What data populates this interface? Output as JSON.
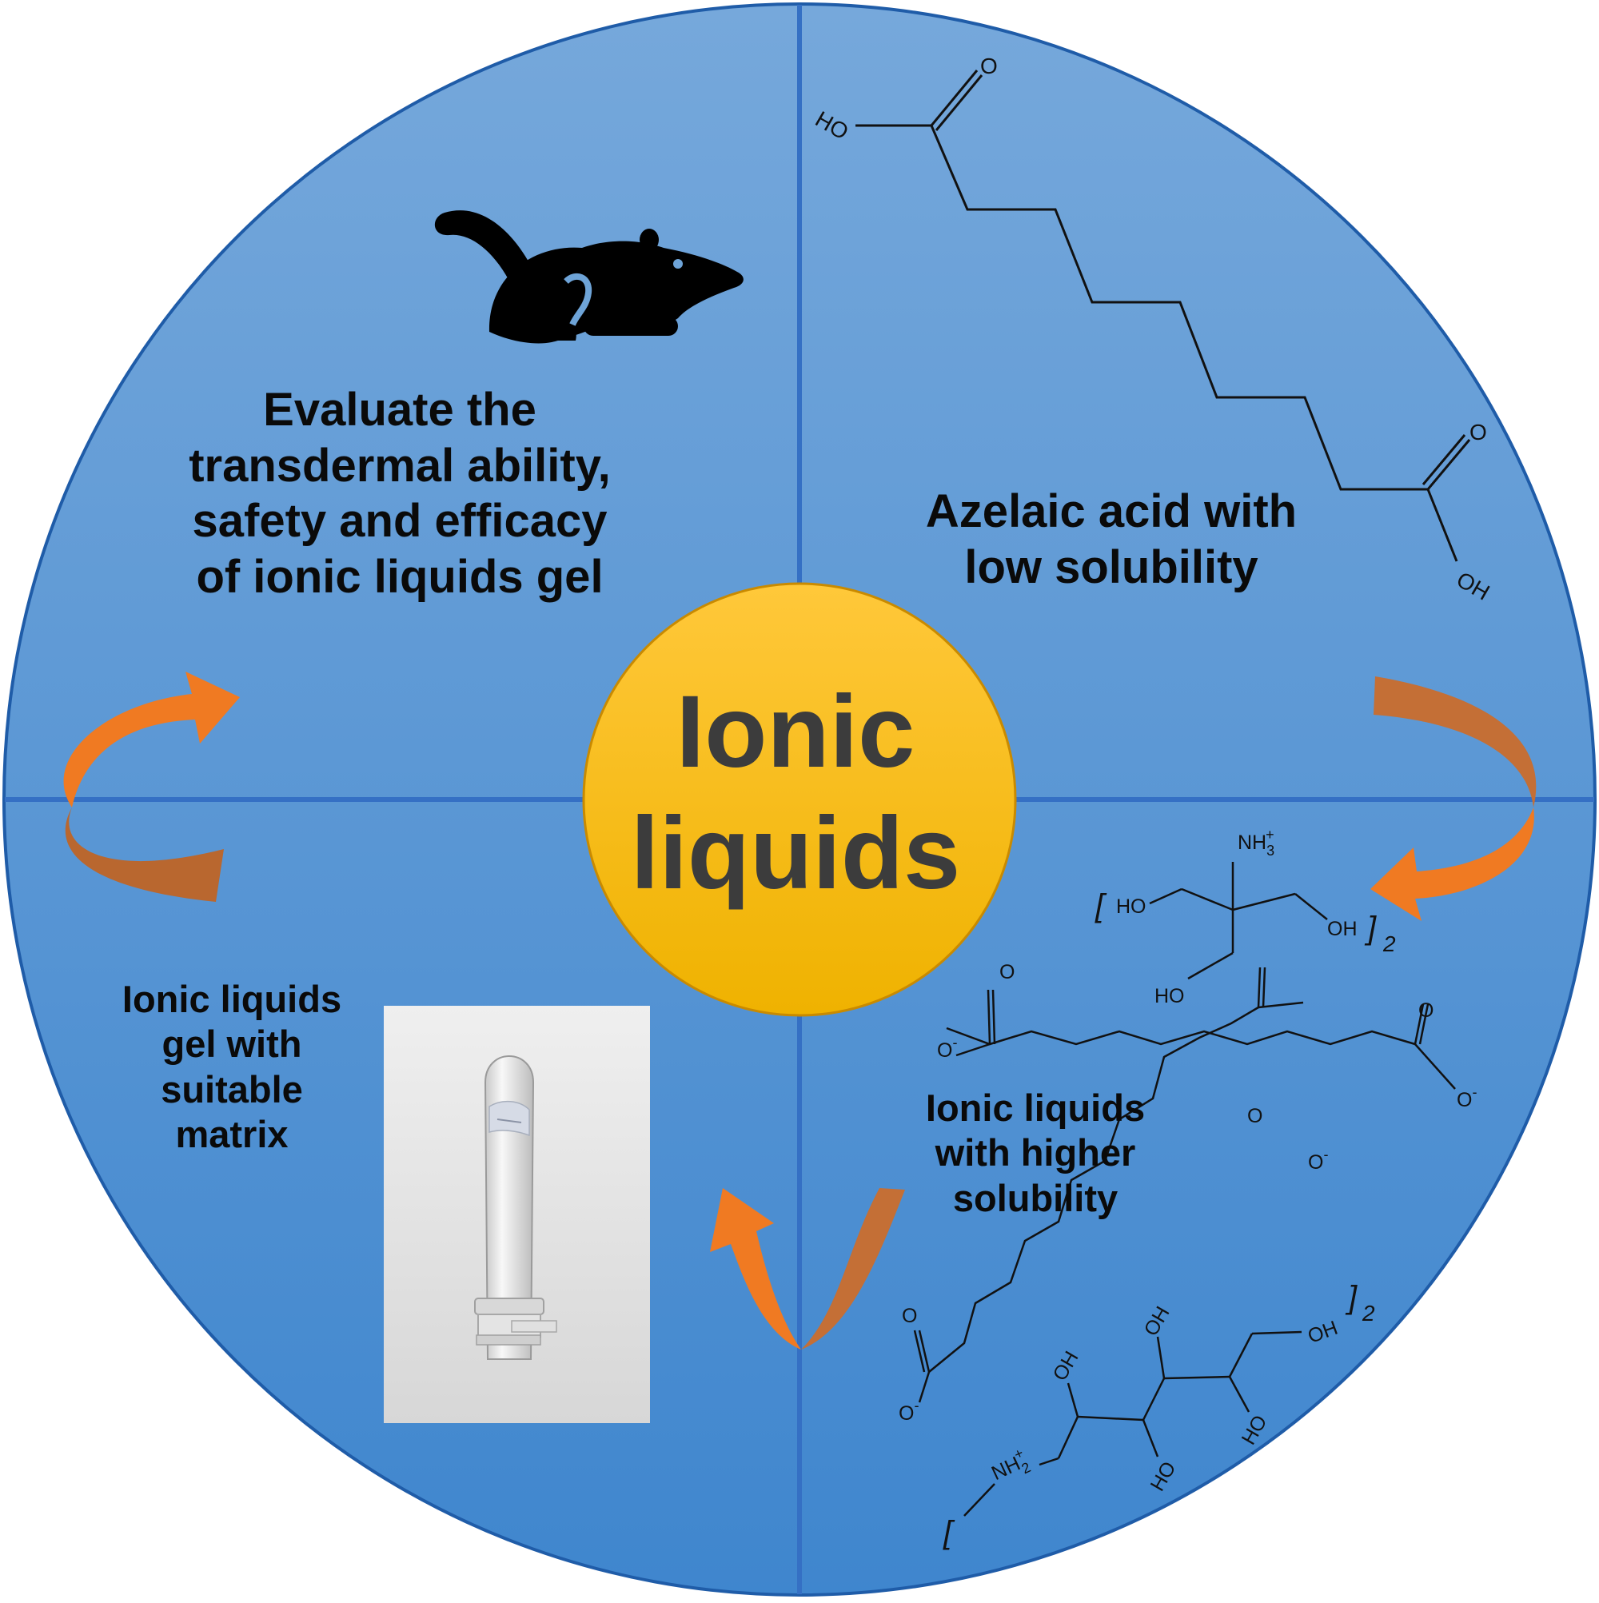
{
  "center": {
    "title": "Ionic\nliquids"
  },
  "quadrants": {
    "top_left": "Evaluate the\ntransdermal ability,\nsafety and efficacy\nof ionic liquids gel",
    "top_right": "Azelaic acid with\nlow solubility",
    "bottom_left": "Ionic liquids\ngel with\nsuitable\nmatrix",
    "bottom_right": "Ionic liquids\nwith higher\nsolubility"
  },
  "chem_labels": {
    "O": "O",
    "HO": "HO",
    "OH": "OH",
    "NH3": "NH",
    "NH2": "NH",
    "sub3": "3",
    "sub2": "2",
    "plus": "+",
    "minus": "-",
    "bracket_open": "[",
    "bracket_close": "]",
    "count2": "2"
  },
  "colors": {
    "circle_top": "#76a8db",
    "circle_bottom": "#3f86ce",
    "divider": "#3570c4",
    "center_top": "#ffc83a",
    "center_bottom": "#f0b400",
    "arrow_light": "#f07a22",
    "arrow_dark": "#b8642c"
  }
}
